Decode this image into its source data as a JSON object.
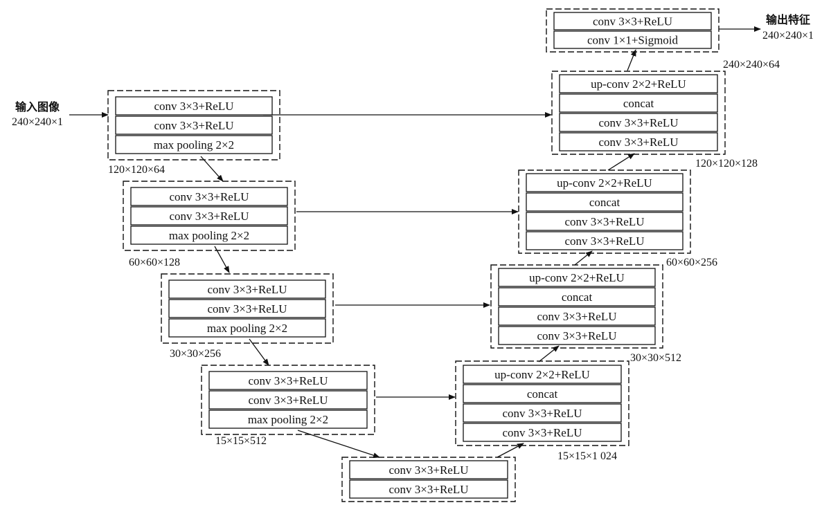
{
  "input": {
    "label": "输入图像",
    "dims": "240×240×1"
  },
  "output": {
    "label": "输出特征",
    "dims": "240×240×1"
  },
  "blocks": [
    {
      "id": "enc1",
      "layers": [
        "conv 3×3+ReLU",
        "conv 3×3+ReLU",
        "max pooling 2×2"
      ],
      "dims": "120×120×64"
    },
    {
      "id": "enc2",
      "layers": [
        "conv 3×3+ReLU",
        "conv 3×3+ReLU",
        "max pooling 2×2"
      ],
      "dims": "60×60×128"
    },
    {
      "id": "enc3",
      "layers": [
        "conv 3×3+ReLU",
        "conv 3×3+ReLU",
        "max pooling 2×2"
      ],
      "dims": "30×30×256"
    },
    {
      "id": "enc4",
      "layers": [
        "conv 3×3+ReLU",
        "conv 3×3+ReLU",
        "max pooling 2×2"
      ],
      "dims": "15×15×512"
    },
    {
      "id": "bottleneck",
      "layers": [
        "conv 3×3+ReLU",
        "conv 3×3+ReLU"
      ],
      "dims": ""
    },
    {
      "id": "dec4",
      "layers": [
        "up-conv 2×2+ReLU",
        "concat",
        "conv 3×3+ReLU",
        "conv 3×3+ReLU"
      ],
      "dims": "15×15×1 024"
    },
    {
      "id": "dec3",
      "layers": [
        "up-conv 2×2+ReLU",
        "concat",
        "conv 3×3+ReLU",
        "conv 3×3+ReLU"
      ],
      "dims": "30×30×512"
    },
    {
      "id": "dec2",
      "layers": [
        "up-conv 2×2+ReLU",
        "concat",
        "conv 3×3+ReLU",
        "conv 3×3+ReLU"
      ],
      "dims": "60×60×256"
    },
    {
      "id": "dec1",
      "layers": [
        "up-conv 2×2+ReLU",
        "concat",
        "conv 3×3+ReLU",
        "conv 3×3+ReLU"
      ],
      "dims": "120×120×128"
    },
    {
      "id": "out",
      "layers": [
        "conv 3×3+ReLU",
        "conv 1×1+Sigmoid"
      ],
      "dims": "240×240×64"
    }
  ]
}
